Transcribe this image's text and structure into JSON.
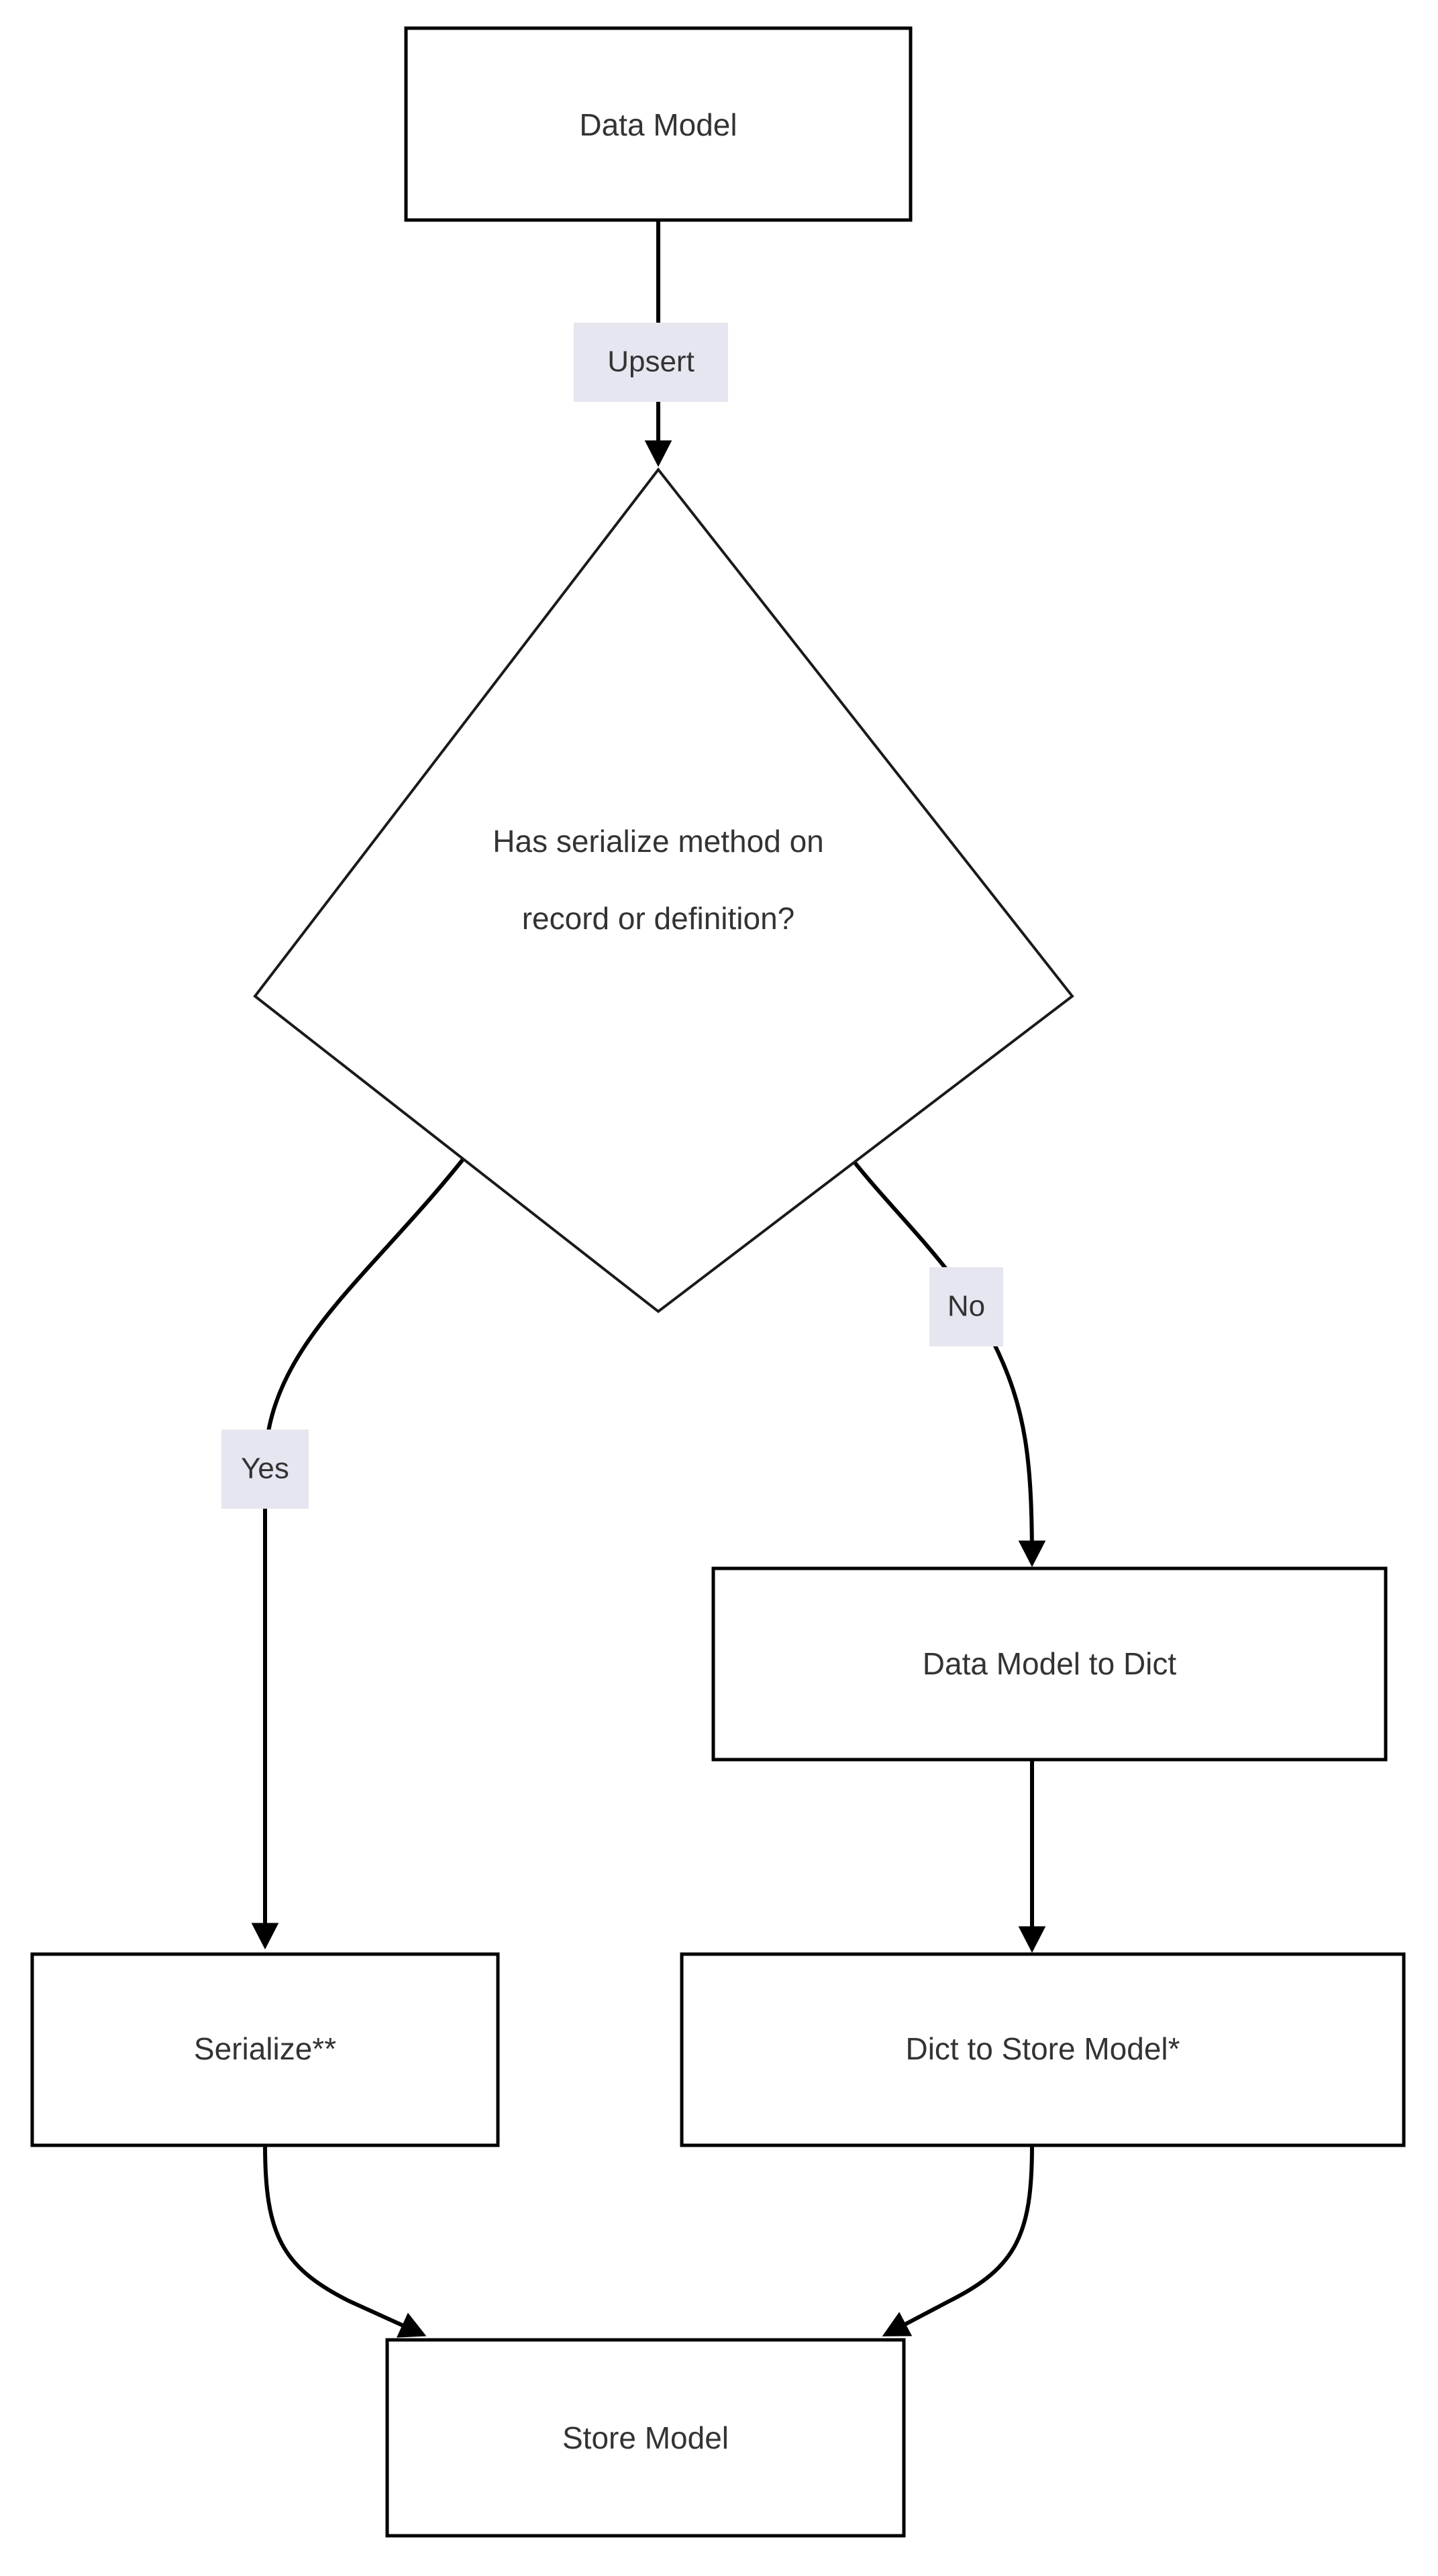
{
  "diagram": {
    "type": "flowchart",
    "direction": "top-down",
    "background_color": "#ffffff",
    "node_fill": "#ffffff",
    "node_stroke": "#000000",
    "text_color": "#333333",
    "edge_label_background": "#e6e6f0",
    "nodes": [
      {
        "id": "data-model",
        "shape": "rectangle",
        "label": "Data Model"
      },
      {
        "id": "has-serialize-decision",
        "shape": "diamond",
        "label_line1": "Has serialize method on",
        "label_line2": "record or definition?"
      },
      {
        "id": "data-model-to-dict",
        "shape": "rectangle",
        "label": "Data Model to Dict"
      },
      {
        "id": "serialize",
        "shape": "rectangle",
        "label": "Serialize**"
      },
      {
        "id": "dict-to-store-model",
        "shape": "rectangle",
        "label": "Dict to Store Model*"
      },
      {
        "id": "store-model",
        "shape": "rectangle",
        "label": "Store Model"
      }
    ],
    "edges": [
      {
        "id": "edge-upsert",
        "from": "data-model",
        "to": "has-serialize-decision",
        "label": "Upsert"
      },
      {
        "id": "edge-yes",
        "from": "has-serialize-decision",
        "to": "serialize",
        "label": "Yes"
      },
      {
        "id": "edge-no",
        "from": "has-serialize-decision",
        "to": "data-model-to-dict",
        "label": "No"
      },
      {
        "id": "edge-dict-chain",
        "from": "data-model-to-dict",
        "to": "dict-to-store-model",
        "label": ""
      },
      {
        "id": "edge-serialize-store",
        "from": "serialize",
        "to": "store-model",
        "label": ""
      },
      {
        "id": "edge-dict-store",
        "from": "dict-to-store-model",
        "to": "store-model",
        "label": ""
      }
    ]
  }
}
